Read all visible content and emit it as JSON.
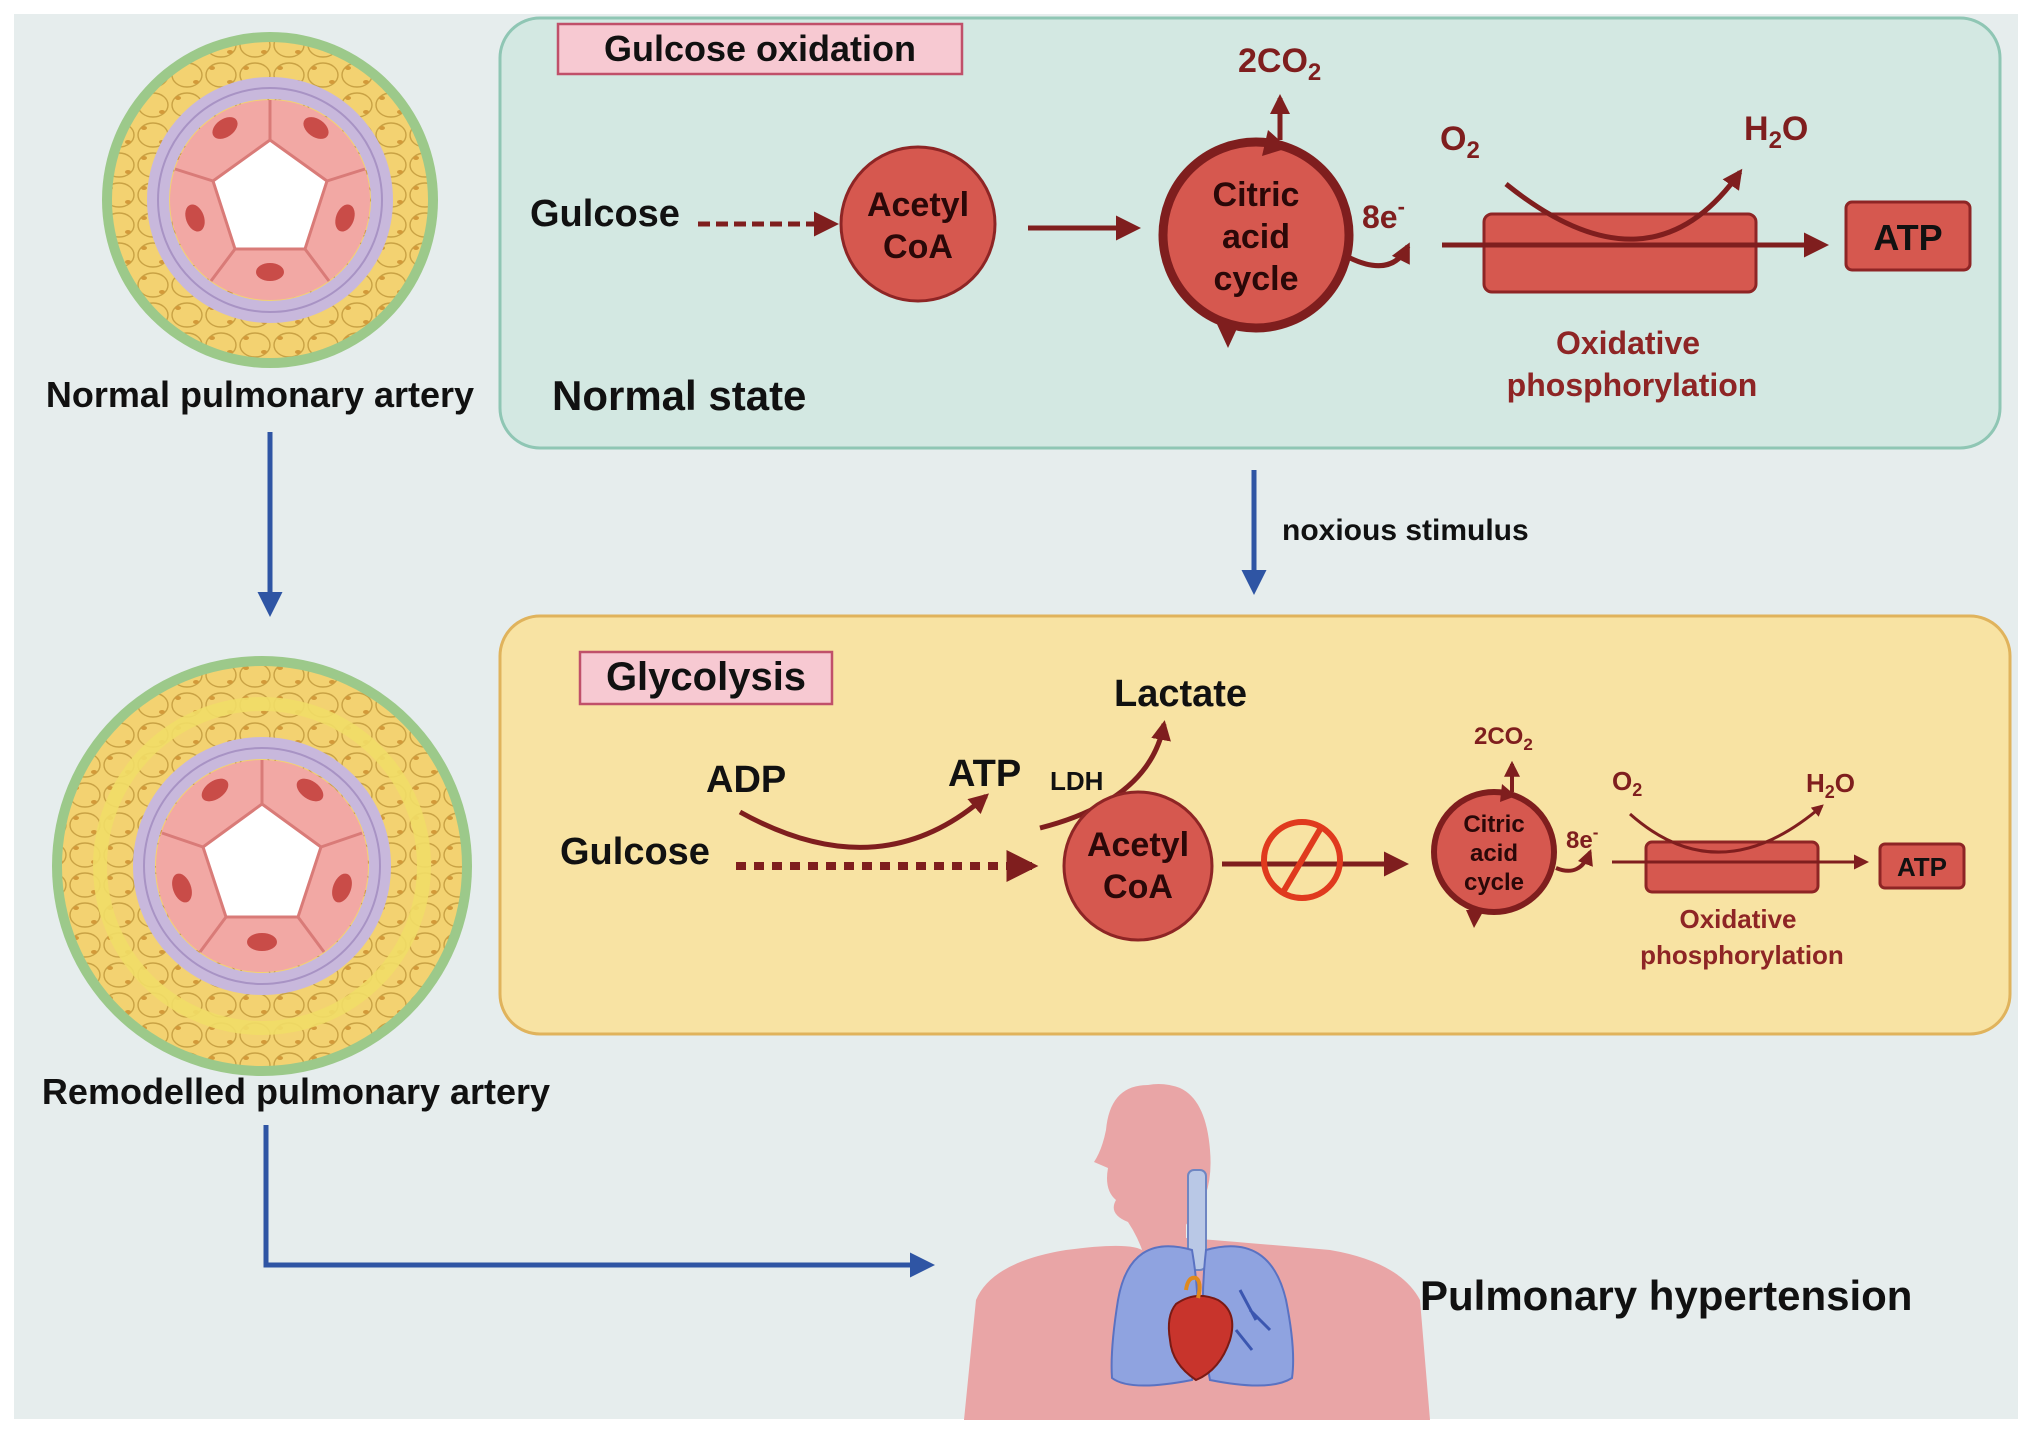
{
  "colors": {
    "background": "#e6eded",
    "normal_panel_fill": "#d3e8e2",
    "normal_panel_border": "#8fc6b4",
    "glycolysis_panel_fill": "#f8e3a3",
    "glycolysis_panel_border": "#e0b35c",
    "title_box_fill": "#f7c9d2",
    "title_box_border": "#c0506a",
    "metabolite_fill": "#d6584f",
    "metabolite_border": "#8e2525",
    "arrow_dark_red": "#7f1e1e",
    "flow_arrow_blue": "#2f55a4",
    "inhibit_red": "#e03a1e",
    "body_pink": "#e9a5a6"
  },
  "arteries": {
    "normal_label": "Normal pulmonary artery",
    "remodelled_label": "Remodelled pulmonary artery"
  },
  "normal_panel": {
    "title": "Gulcose oxidation",
    "state_label": "Normal state",
    "glucose": "Gulcose",
    "acetyl_coa": [
      "Acetyl",
      "CoA"
    ],
    "citric_cycle": [
      "Citric",
      "acid",
      "cycle"
    ],
    "co2": "2CO",
    "co2_sub": "2",
    "electrons": "8e",
    "electrons_sup": "-",
    "o2": "O",
    "o2_sub": "2",
    "h2o_h": "H",
    "h2o_sub": "2",
    "h2o_o": "O",
    "atp": "ATP",
    "oxphos": [
      "Oxidative",
      "phosphorylation"
    ]
  },
  "transition": {
    "label": "noxious stimulus"
  },
  "glycolysis_panel": {
    "title": "Glycolysis",
    "glucose": "Gulcose",
    "adp": "ADP",
    "atp_produced": "ATP",
    "ldh": "LDH",
    "lactate": "Lactate",
    "acetyl_coa": [
      "Acetyl",
      "CoA"
    ],
    "citric_cycle": [
      "Citric",
      "acid",
      "cycle"
    ],
    "co2": "2CO",
    "co2_sub": "2",
    "electrons": "8e",
    "electrons_sup": "-",
    "o2": "O",
    "o2_sub": "2",
    "h2o_h": "H",
    "h2o_sub": "2",
    "h2o_o": "O",
    "atp": "ATP",
    "oxphos": [
      "Oxidative",
      "phosphorylation"
    ]
  },
  "outcome": {
    "label": "Pulmonary hypertension"
  },
  "icons": [
    "normal-artery-icon",
    "remodelled-artery-icon",
    "human-torso-icon",
    "lungs-icon",
    "heart-icon",
    "inhibit-icon"
  ]
}
